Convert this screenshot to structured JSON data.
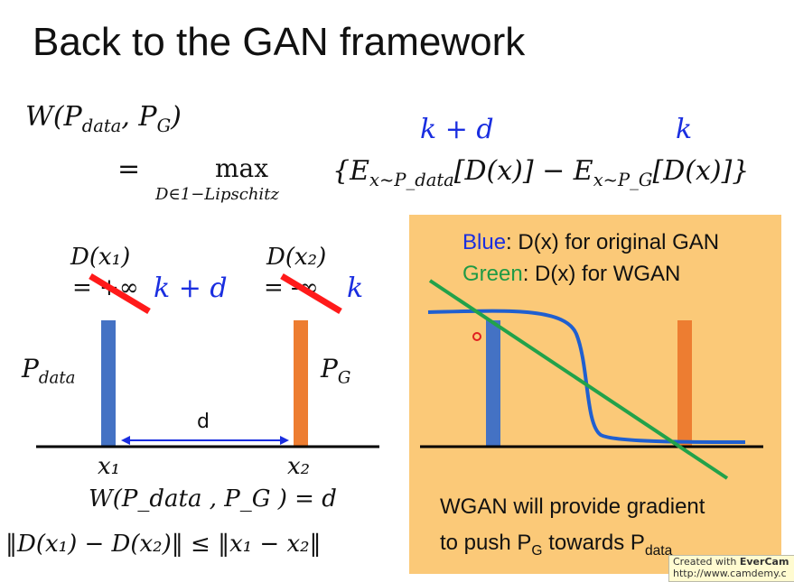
{
  "title": "Back to the GAN framework",
  "formula": {
    "lhs": "W(P_data, P_G)",
    "lhs_w": "W(",
    "lhs_p1": "P",
    "lhs_p1_sub": "data",
    "lhs_p2": ", P",
    "lhs_p2_sub": "G",
    "lhs_close": ")",
    "eq": "=",
    "max": "max",
    "max_sub": "D∈1−Lipschitz",
    "term1": "{E",
    "term1_sub": "x~P_data",
    "term1_rest": "[D(x)] − E",
    "term2_sub": "x~P_G",
    "term2_rest": "[D(x)]}",
    "annot1": "k + d",
    "annot2": "k"
  },
  "left_diagram": {
    "dx1": "D(x₁)",
    "dx1_val_struck": "= +∞",
    "dx1_new": "k + d",
    "dx2": "D(x₂)",
    "dx2_val_struck": "= -∞",
    "dx2_new": "k",
    "pdata_label": "P",
    "pdata_sub": "data",
    "pg_label": "P",
    "pg_sub": "G",
    "distance_label": "d",
    "x1": "x₁",
    "x2": "x₂",
    "w_eq": "W(P_data , P_G ) = d",
    "lipschitz": "‖D(x₁) − D(x₂)‖ ≤ ‖x₁ − x₂‖"
  },
  "right_panel": {
    "legend_blue_key": "Blue",
    "legend_blue_text": ": D(x) for original GAN",
    "legend_green_key": "Green",
    "legend_green_text": ": D(x) for WGAN",
    "caption_line1": "WGAN will provide gradient",
    "caption_line2_a": "to push P",
    "caption_line2_sub1": "G",
    "caption_line2_b": " towards P",
    "caption_line2_sub2": "data"
  },
  "watermark": {
    "line1_a": "Created with ",
    "line1_b": "EverCam",
    "line2": "http://www.camdemy.c"
  },
  "colors": {
    "blue": "#4472c4",
    "orange": "#ed7d31",
    "green": "#22a24a",
    "red": "#ff1a1a",
    "panel": "#fbc978"
  }
}
